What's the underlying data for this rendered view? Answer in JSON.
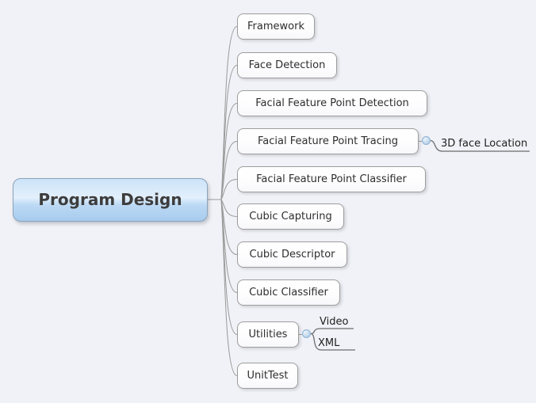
{
  "canvas": {
    "background_color": "#f1f2f7",
    "branch_line_color": "#999999",
    "subbranch_line_color": "#6b6b6b"
  },
  "mindmap": {
    "root": {
      "label": "Program Design",
      "fill_top": "#cbe3f8",
      "fill_bottom": "#a7cbee",
      "text_color": "#3d3d3d"
    },
    "children": [
      {
        "label": "Framework"
      },
      {
        "label": "Face Detection"
      },
      {
        "label": "Facial Feature Point Detection"
      },
      {
        "label": "Facial Feature Point Tracing",
        "children": [
          {
            "label": "3D face Location"
          }
        ]
      },
      {
        "label": "Facial Feature Point Classifier"
      },
      {
        "label": "Cubic Capturing"
      },
      {
        "label": "Cubic Descriptor"
      },
      {
        "label": "Cubic Classifier"
      },
      {
        "label": "Utilities",
        "children": [
          {
            "label": "Video"
          },
          {
            "label": "XML"
          }
        ]
      },
      {
        "label": "UnitTest"
      }
    ],
    "icons": {
      "collapse_toggle": "small blue sphere expand/collapse button"
    }
  }
}
